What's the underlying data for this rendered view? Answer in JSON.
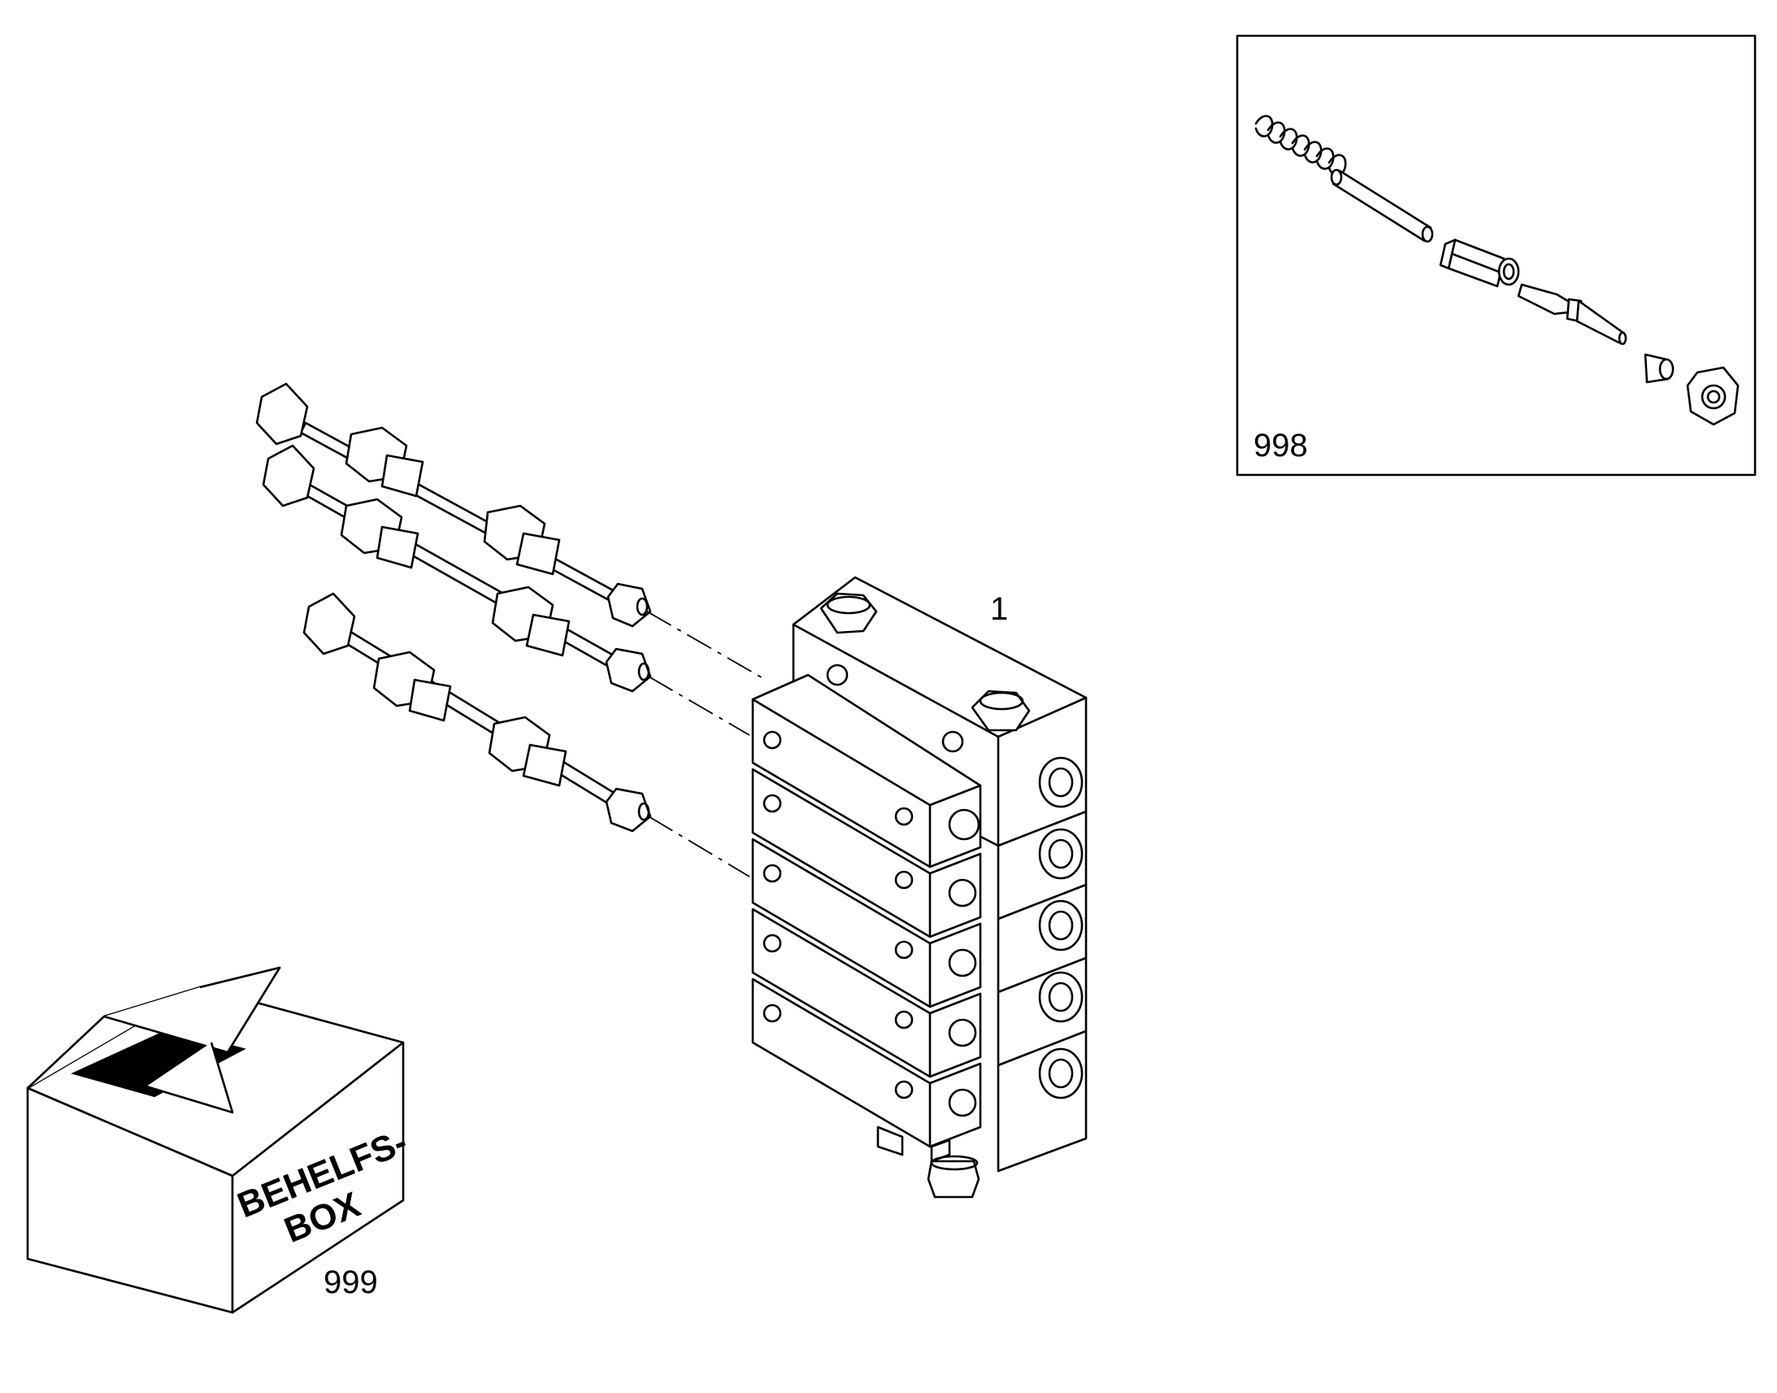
{
  "callouts": {
    "distributor": "1",
    "inset_kit": "998",
    "box": "999"
  },
  "box_label": {
    "line1": "BEHELFS-",
    "line2": "BOX"
  }
}
